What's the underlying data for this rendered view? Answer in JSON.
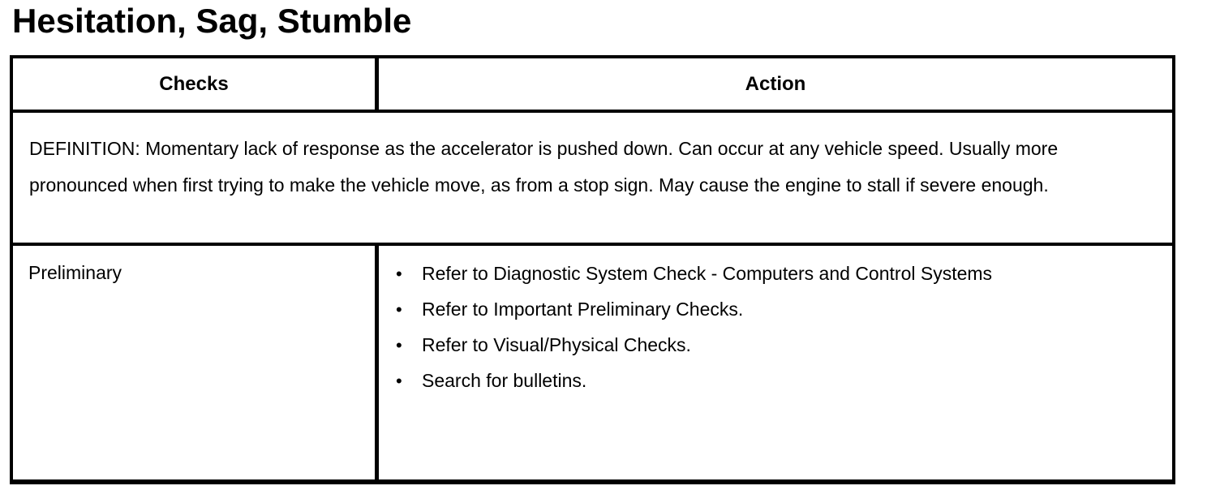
{
  "page": {
    "title": "Hesitation, Sag, Stumble"
  },
  "table": {
    "headers": {
      "checks": "Checks",
      "action": "Action"
    },
    "definition": "DEFINITION: Momentary lack of response as the accelerator is pushed down. Can occur at any vehicle speed. Usually more pronounced when first trying to make the vehicle move, as from a stop sign. May cause the engine to stall if severe enough.",
    "rows": [
      {
        "check": "Preliminary",
        "actions": [
          "Refer to Diagnostic System Check - Computers and Control Systems",
          "Refer to Important Preliminary Checks.",
          "Refer to Visual/Physical Checks.",
          "Search for bulletins."
        ]
      }
    ]
  },
  "icons": {
    "bullet": "•"
  },
  "colors": {
    "text": "#000000",
    "border": "#000000",
    "background": "#ffffff"
  }
}
